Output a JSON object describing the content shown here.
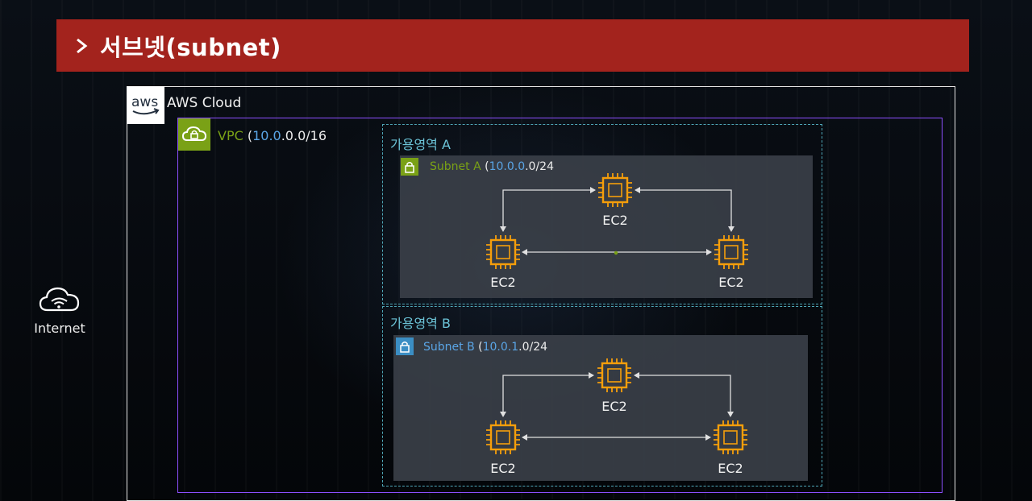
{
  "header": {
    "title": "서브넷(subnet)"
  },
  "cloud": {
    "logo_text": "aws",
    "label": "AWS Cloud"
  },
  "vpc": {
    "name": "VPC",
    "cidr_prefix": "10.0",
    "cidr_suffix": ".0.0/16",
    "open": " (",
    "close": ""
  },
  "az_a": {
    "label": "가용영역 A",
    "subnet": {
      "name": "Subnet A",
      "cidr_prefix": "10.0.0",
      "cidr_suffix": ".0/24"
    },
    "instances": [
      "EC2",
      "EC2",
      "EC2"
    ]
  },
  "az_b": {
    "label": "가용영역 B",
    "subnet": {
      "name": "Subnet B",
      "cidr_prefix": "10.0.1",
      "cidr_suffix": ".0/24"
    },
    "instances": [
      "EC2",
      "EC2",
      "EC2"
    ]
  },
  "internet": {
    "label": "Internet"
  },
  "colors": {
    "header": "#a3231d",
    "vpc_border": "#8c4fff",
    "az_border": "#4fa7b8",
    "ec2": "#f59e0b",
    "subnet_a": "#7aa116",
    "subnet_b": "#3b8ec4"
  },
  "icons": {
    "header": "chevron-right-icon",
    "vpc": "cloud-lock-icon",
    "subnet": "lock-icon",
    "ec2": "chip-icon",
    "internet": "cloud-wifi-icon"
  }
}
